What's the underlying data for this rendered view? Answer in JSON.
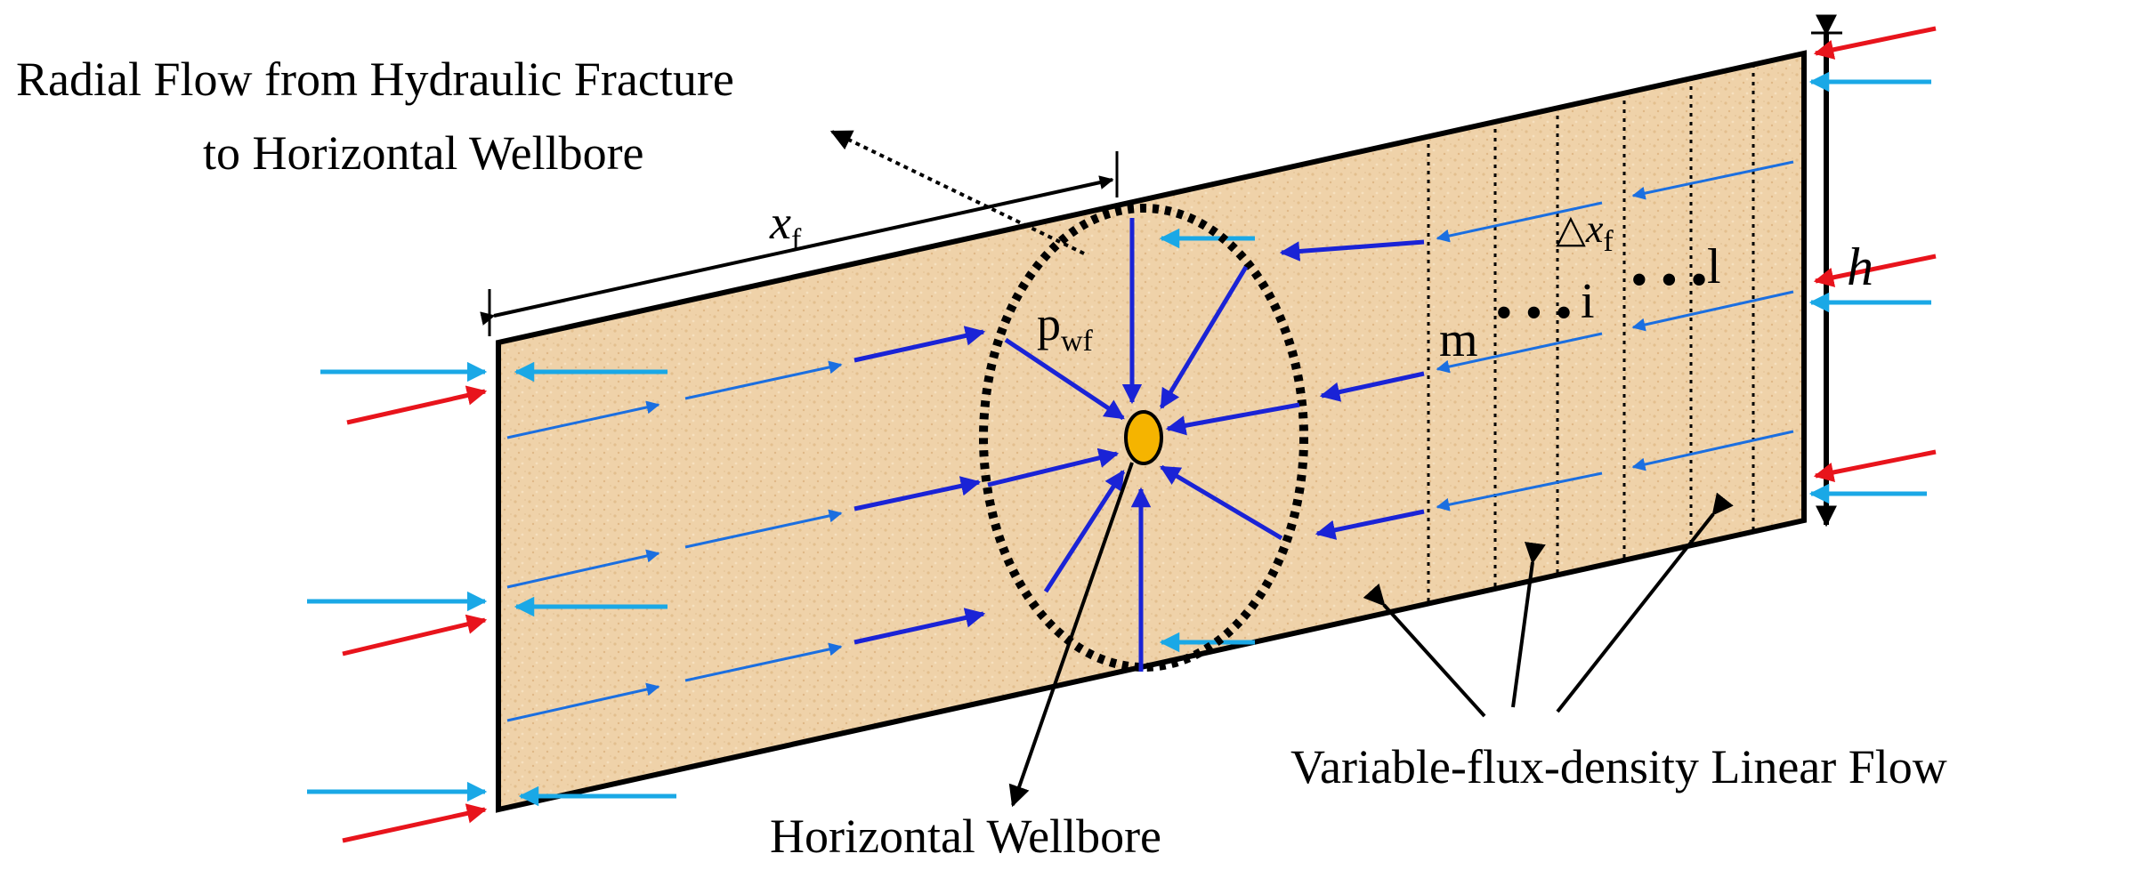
{
  "labels": {
    "radial_flow_line1": "Radial Flow from Hydraulic Fracture",
    "radial_flow_line2": "to Horizontal Wellbore",
    "fracture_half_length": "x",
    "fracture_half_length_sub": "f",
    "wellbore_pressure": "p",
    "wellbore_pressure_sub": "wf",
    "segment_width_delta": "△x",
    "segment_width_sub": "f",
    "segment_m": "m",
    "segment_i": "i",
    "segment_1": "l",
    "height": "h",
    "horizontal_wellbore": "Horizontal Wellbore",
    "linear_flow": "Variable-flux-density Linear Flow"
  },
  "colors": {
    "matrix_fill": "#efd2a9",
    "flow_blue": "#1a23d6",
    "flow_light_blue": "#1b6fe0",
    "inflow_cyan": "#1aa8e6",
    "inflow_red": "#e8141c",
    "wellbore": "#f5b400"
  }
}
